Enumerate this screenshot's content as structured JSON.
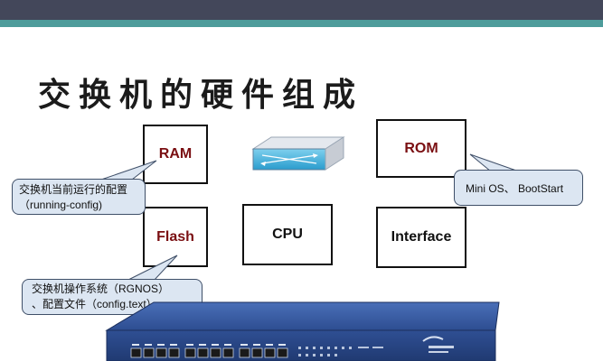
{
  "title": "交换机的硬件组成",
  "boxes": {
    "ram": "RAM",
    "flash": "Flash",
    "cpu": "CPU",
    "rom": "ROM",
    "interface": "Interface"
  },
  "callouts": {
    "ram_line1": "交换机当前运行的配置",
    "ram_line2": "（running-config)",
    "flash_line1": "交换机操作系统（RGNOS）",
    "flash_line2": "、配置文件（config.text）",
    "rom_text": "Mini OS、 BootStart"
  },
  "colors": {
    "top_bar": "#43475a",
    "teal_bar": "#4e9c9b",
    "box_label_red": "#7a0f12",
    "callout_fill": "#dce6f2",
    "switch_body": "#2c4a8e"
  },
  "icons": {
    "switch_icon": "network-switch",
    "switch_device": "rack-switch-photo"
  }
}
